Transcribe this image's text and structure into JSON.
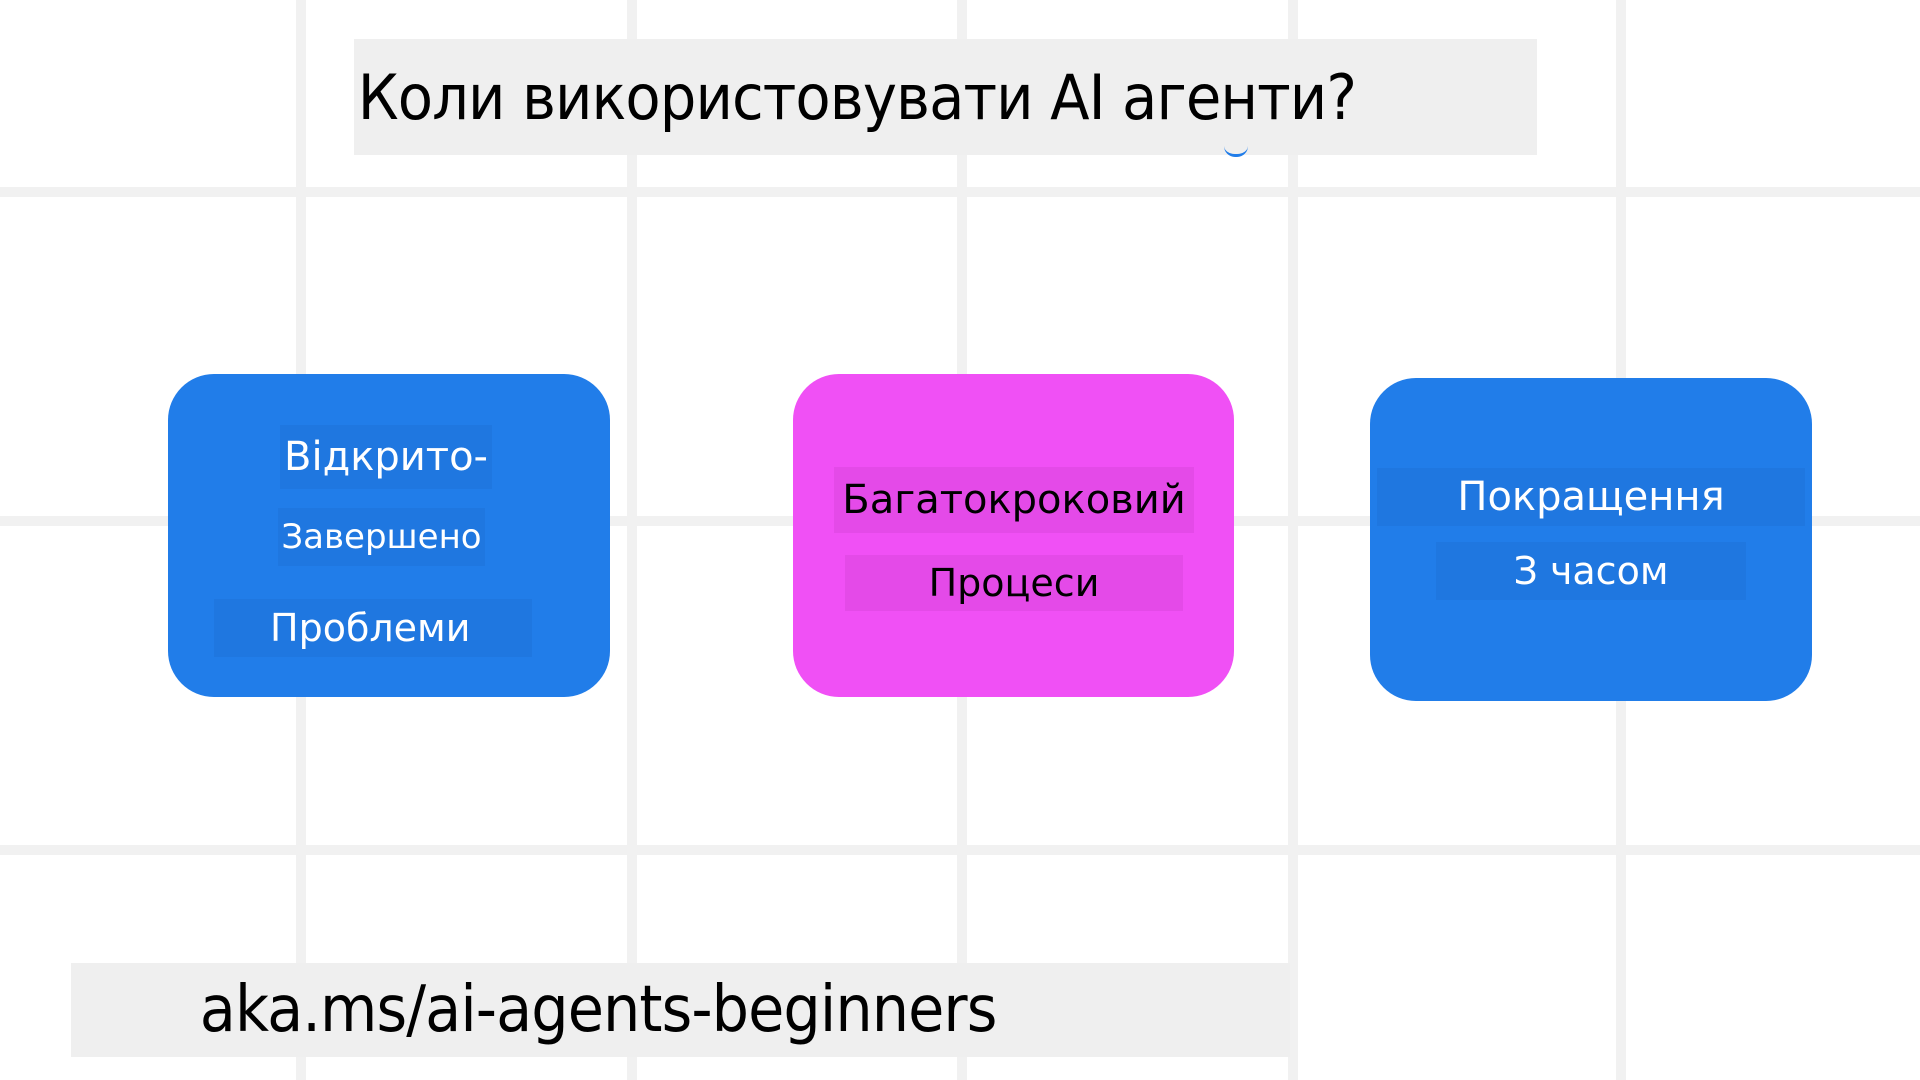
{
  "slide": {
    "title": "Коли використовувати AI агенти?",
    "footer_link": "aka.ms/ai-agents-beginners"
  },
  "cards": [
    {
      "color": "#217de9",
      "lines": [
        "Відкрито-",
        "Завершено",
        "Проблеми"
      ]
    },
    {
      "color": "#f050f5",
      "lines": [
        "Багатокроковий",
        "Процеси"
      ]
    },
    {
      "color": "#217de9",
      "lines": [
        "Покращення",
        "З часом"
      ]
    }
  ],
  "colors": {
    "background": "#ffffff",
    "grid": "#f1f1f1",
    "text_box": "#efefef",
    "blue": "#217de9",
    "magenta": "#f050f5"
  }
}
